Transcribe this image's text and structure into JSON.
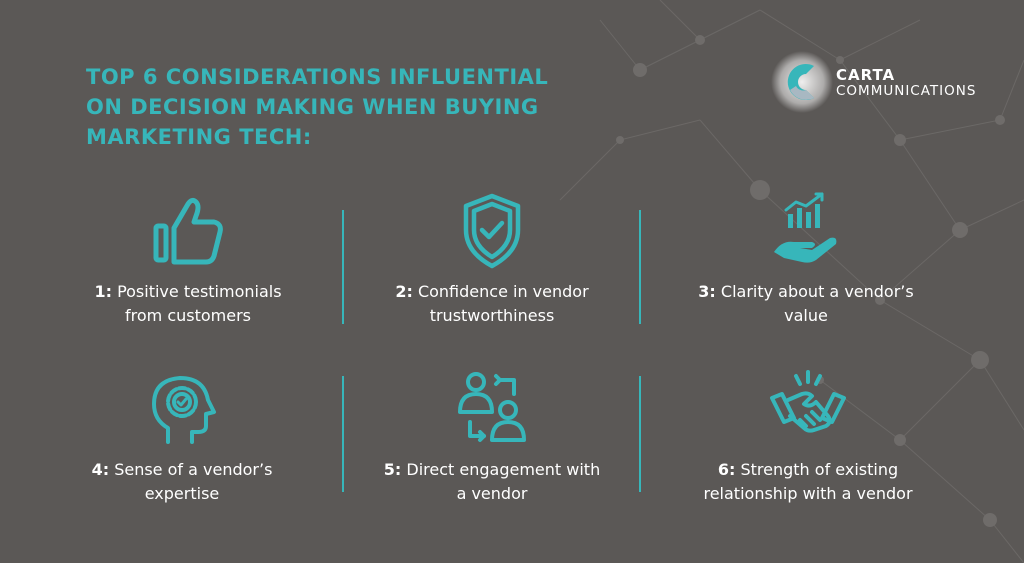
{
  "title": {
    "line1": "TOP 6 CONSIDERATIONS INFLUENTIAL",
    "line2": "ON DECISION MAKING WHEN BUYING",
    "line3": "MARKETING TECH:"
  },
  "logo": {
    "line1": "CARTA",
    "line2": "COMMUNICATIONS"
  },
  "colors": {
    "accent": "#37b6ba",
    "background": "#5b5856",
    "text": "#ffffff"
  },
  "items": [
    {
      "number": "1:",
      "text": "Positive testimonials from customers",
      "icon": "thumbs-up-icon"
    },
    {
      "number": "2:",
      "text": "Confidence in vendor trustworthiness",
      "icon": "shield-check-icon"
    },
    {
      "number": "3:",
      "text": "Clarity about a vendor’s value",
      "icon": "hand-chart-icon"
    },
    {
      "number": "4:",
      "text": "Sense of a vendor’s expertise",
      "icon": "head-gear-icon"
    },
    {
      "number": "5:",
      "text": "Direct engagement with a vendor",
      "icon": "people-exchange-icon"
    },
    {
      "number": "6:",
      "text": "Strength of existing relationship with a vendor",
      "icon": "handshake-icon"
    }
  ]
}
